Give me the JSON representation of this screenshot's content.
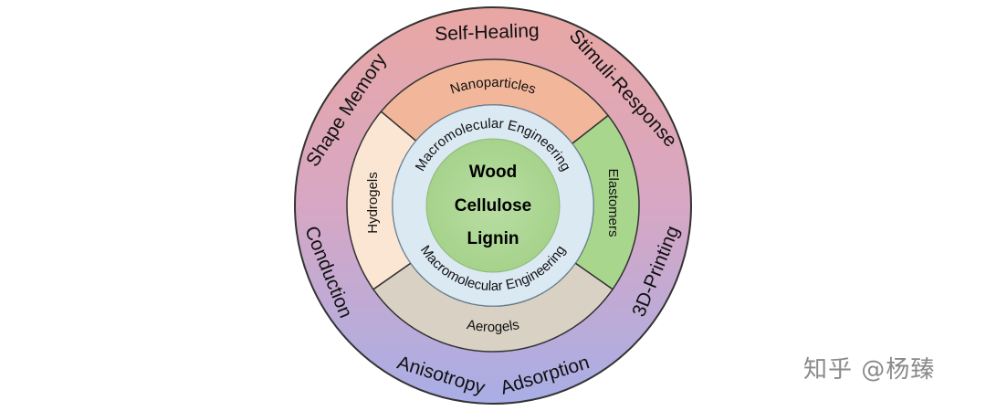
{
  "center": {
    "lines": [
      "Wood",
      "Cellulose",
      "Lignin"
    ]
  },
  "ring2": {
    "top_label": "Macromolecular Engineering",
    "bottom_label": "Macromolecular Engineering"
  },
  "ring3": {
    "top": "Nanoparticles",
    "right": "Elastomers",
    "bottom": "Aerogels",
    "left": "Hydrogels"
  },
  "outer": {
    "items": [
      "Self-Healing",
      "Stimuli-Response",
      "3D-Printing",
      "Adsorption",
      "Anisotropy",
      "Conduction",
      "Shape Memory"
    ]
  },
  "watermark": "知乎 @杨臻",
  "colors": {
    "outer_top": "#e6a3a3",
    "outer_bottom": "#a9a9e3",
    "nanoparticles": "#f2b79a",
    "elastomers": "#a9d68d",
    "aerogels": "#d9d2c4",
    "hydrogels": "#fbe6d4",
    "macro_ring": "#dbe9f3",
    "core": "#a9d58f",
    "stroke": "#333333"
  }
}
